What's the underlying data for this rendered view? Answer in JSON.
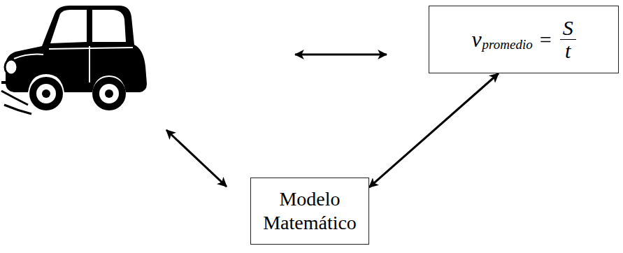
{
  "diagram": {
    "nodes": [
      {
        "text": [
          "v",
          "promedio",
          "=",
          "S",
          "t"
        ]
      },
      {
        "text": [
          "Modelo Matemático"
        ]
      }
    ],
    "edges": [
      {
        "from": 0,
        "to": 1,
        "arrow": "both"
      }
    ]
  }
}
